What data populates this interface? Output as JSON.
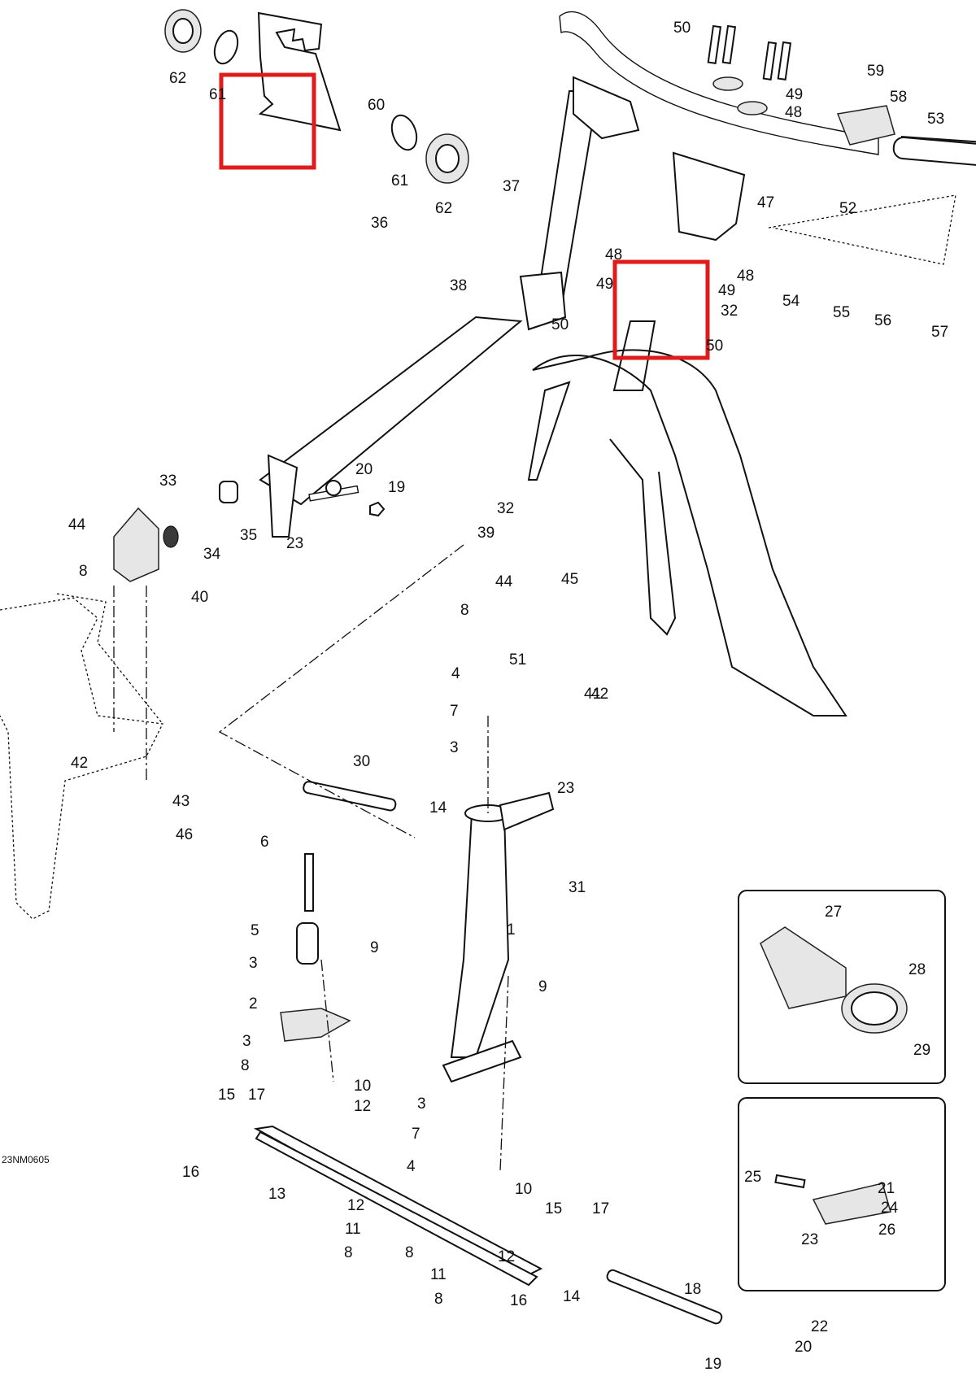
{
  "drawing_code": "23NM0605",
  "highlight_color": "#e01b1b",
  "labels": [
    "62",
    "61",
    "60",
    "61",
    "62",
    "37",
    "36",
    "38",
    "50",
    "59",
    "49",
    "48",
    "58",
    "53",
    "52",
    "47",
    "48",
    "49",
    "48",
    "49",
    "32",
    "50",
    "50",
    "54",
    "55",
    "56",
    "57",
    "33",
    "20",
    "19",
    "35",
    "23",
    "34",
    "44",
    "8",
    "40",
    "32",
    "39",
    "44",
    "45",
    "8",
    "51",
    "41",
    "4",
    "42",
    "7",
    "3",
    "42",
    "43",
    "46",
    "30",
    "14",
    "23",
    "31",
    "6",
    "5",
    "3",
    "9",
    "2",
    "1",
    "9",
    "3",
    "8",
    "10",
    "12",
    "15",
    "17",
    "16",
    "3",
    "7",
    "4",
    "10",
    "13",
    "12",
    "11",
    "8",
    "12",
    "15",
    "17",
    "8",
    "11",
    "16",
    "14",
    "8",
    "18",
    "19",
    "22",
    "20",
    "27",
    "28",
    "29",
    "25",
    "21",
    "24",
    "26",
    "23"
  ]
}
